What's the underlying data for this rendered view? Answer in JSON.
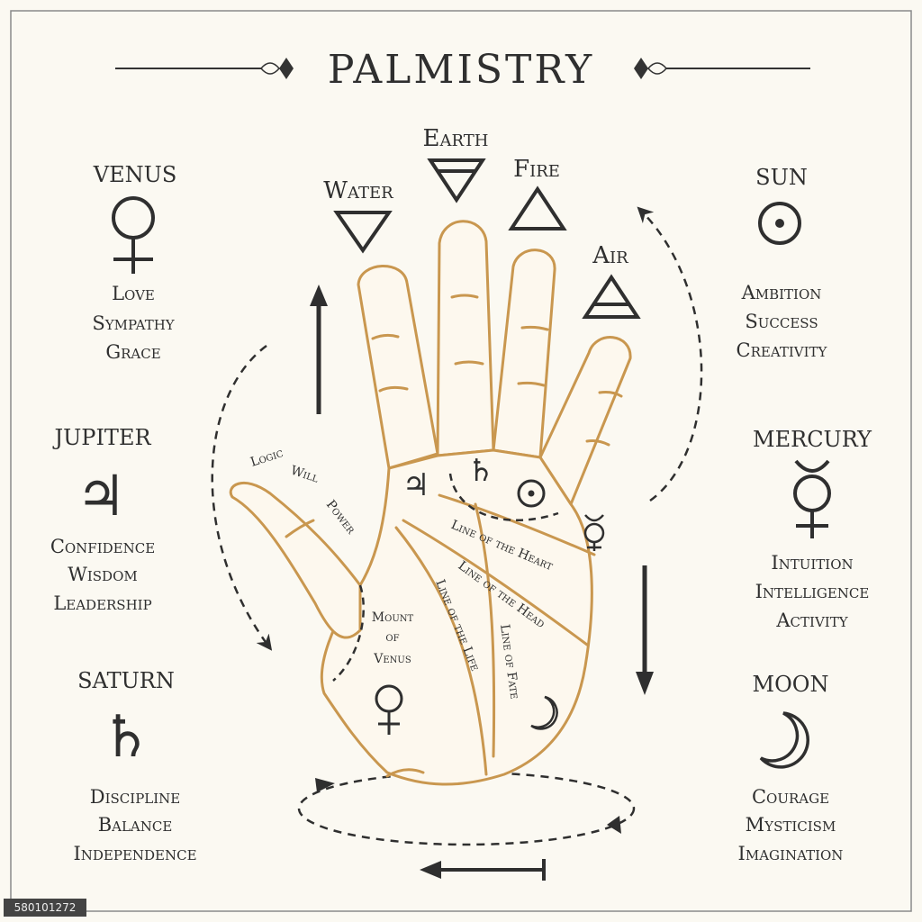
{
  "title": "PALMISTRY",
  "elements": {
    "earth": "Earth",
    "water": "Water",
    "fire": "Fire",
    "air": "Air"
  },
  "planets": {
    "venus": {
      "name": "VENUS",
      "traits": [
        "Love",
        "Sympathy",
        "Grace"
      ]
    },
    "jupiter": {
      "name": "JUPITER",
      "traits": [
        "Confidence",
        "Wisdom",
        "Leadership"
      ]
    },
    "saturn": {
      "name": "SATURN",
      "traits": [
        "Discipline",
        "Balance",
        "Independence"
      ]
    },
    "sun": {
      "name": "SUN",
      "traits": [
        "Ambition",
        "Success",
        "Creativity"
      ]
    },
    "mercury": {
      "name": "MERCURY",
      "traits": [
        "Intuition",
        "Intelligence",
        "Activity"
      ]
    },
    "moon": {
      "name": "MOON",
      "traits": [
        "Courage",
        "Mysticism",
        "Imagination"
      ]
    }
  },
  "palm_labels": {
    "logic": "Logic",
    "will": "Will",
    "power": "Power",
    "mount_line1": "Mount",
    "mount_line2": "of",
    "mount_line3": "Venus",
    "heart": "Line of the Heart",
    "head": "Line of the Head",
    "life": "Line of the Life",
    "fate": "Line of Fate"
  },
  "stock_id": "580101272",
  "colors": {
    "background": "#fbf9f2",
    "ink": "#2f2f2f",
    "hand_outline": "#c9974f",
    "hand_fill": "#fdf8ee"
  },
  "icons": {
    "venus": "venus-symbol-icon",
    "jupiter": "jupiter-symbol-icon",
    "saturn": "saturn-symbol-icon",
    "sun": "sun-symbol-icon",
    "mercury": "mercury-symbol-icon",
    "moon": "crescent-moon-icon"
  }
}
